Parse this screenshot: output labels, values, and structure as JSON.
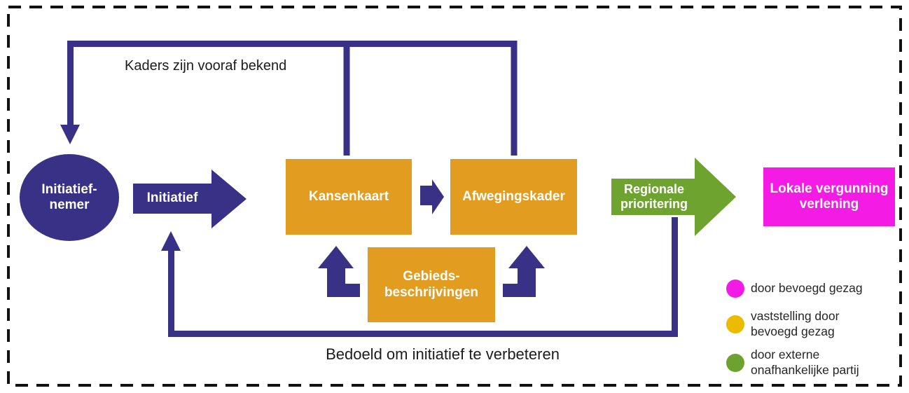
{
  "diagram": {
    "top_note": "Kaders zijn vooraf bekend",
    "bottom_note": "Bedoeld om initiatief te verbeteren",
    "nodes": {
      "initiatiefnemer": "Initiatief-\nnemer",
      "initiatief_arrow": "Initiatief",
      "kansenkaart": "Kansenkaart",
      "afwegingskader": "Afwegingskader",
      "gebiedsbeschrijvingen": "Gebieds-\nbeschrijvingen",
      "regionale_prioritering": "Regionale\nprioritering",
      "lokale_vergunning": "Lokale vergunning\nverlening"
    },
    "colors": {
      "primary_blue": "#393185",
      "orange": "#E29C20",
      "green": "#6EA32F",
      "magenta": "#F41BE5",
      "legend_magenta": "#F21BE6",
      "legend_gold": "#ECBB00",
      "legend_green": "#6DA22E",
      "border_black": "#111111"
    },
    "legend": {
      "items": [
        {
          "label": "door bevoegd gezag",
          "color": "#F21BE6"
        },
        {
          "label": "vaststelling door\nbevoegd gezag",
          "color": "#ECBB00"
        },
        {
          "label": "door externe\nonafhankelijke partij",
          "color": "#6DA22E"
        }
      ]
    }
  }
}
